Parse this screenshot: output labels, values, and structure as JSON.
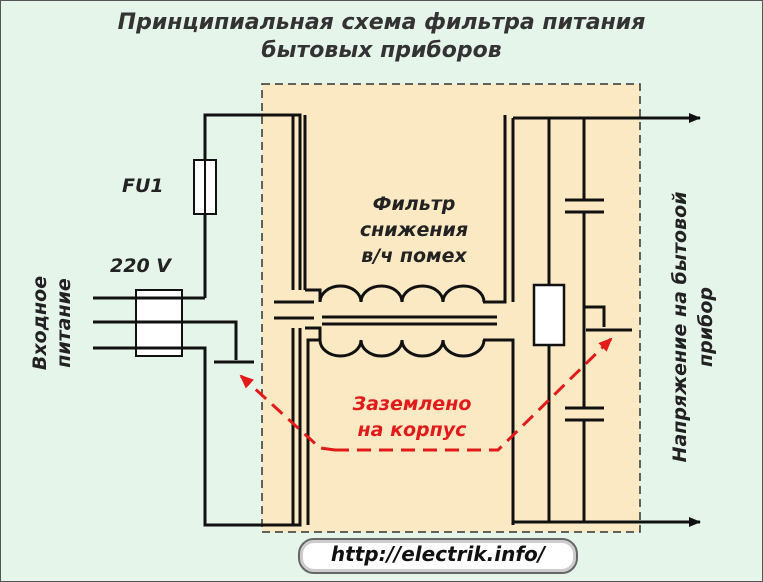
{
  "title": {
    "line1": "Принципиальная схема фильтра питания",
    "line2": "бытовых приборов"
  },
  "labels": {
    "fuse": "FU1",
    "voltage": "220 V",
    "input": [
      "Входное",
      "питание"
    ],
    "filter": [
      "Фильтр",
      "снижения",
      "в/ч помех"
    ],
    "ground": [
      "Заземлено",
      "на корпус"
    ],
    "output": [
      "Напряжение на бытовой",
      "прибор"
    ]
  },
  "footer": {
    "url": "http://electrik.info/"
  },
  "colors": {
    "background": "#e6f5e9",
    "filter_box": "#fbe9c4",
    "wire": "#111111",
    "ground_arrow": "#e21a1a"
  }
}
